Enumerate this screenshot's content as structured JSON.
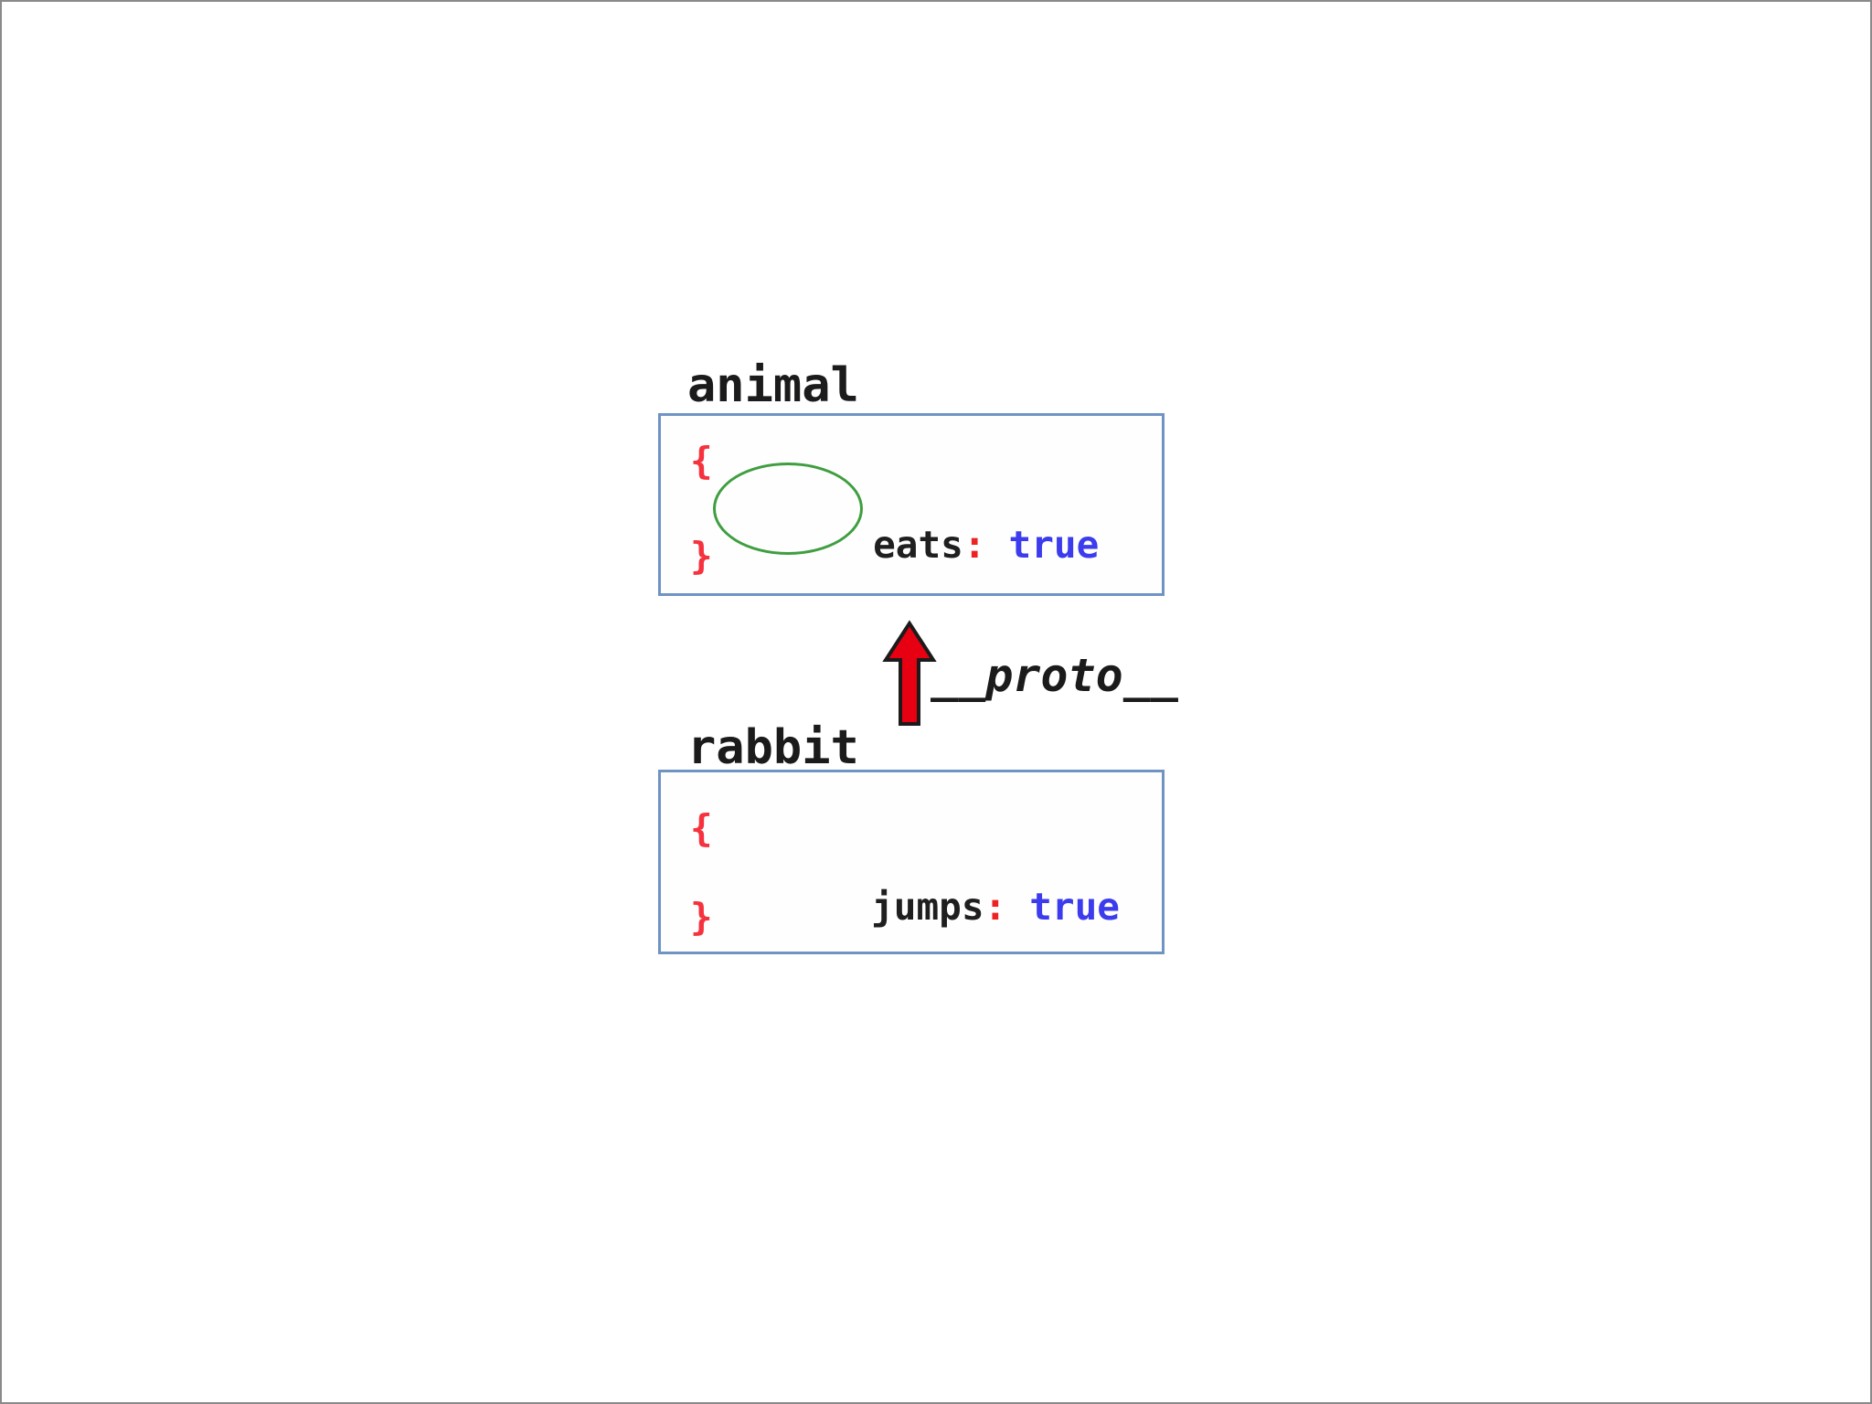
{
  "page": {
    "background_color": "#ffffff",
    "frame_border_color": "#8a8a8a"
  },
  "objects": [
    {
      "label": "animal",
      "open_brace": "{",
      "property": "eats",
      "colon": ":",
      "value": "true",
      "close_brace": "}",
      "property_circled": true
    },
    {
      "label": "rabbit",
      "open_brace": "{",
      "property": "jumps",
      "colon": ":",
      "value": "true",
      "close_brace": "}",
      "property_circled": false
    }
  ],
  "relation": {
    "label": "__proto__",
    "arrow_direction": "up"
  },
  "colors": {
    "box_border_blue": "#6f94c4",
    "brace_red": "#f5323e",
    "property_text": "#1f1f1f",
    "colon_red": "#ee2222",
    "value_blue": "#3c3cee",
    "highlight_ellipse_green": "#3f9e3f",
    "arrow_fill_red": "#e60012",
    "arrow_outline": "#1b1b1b",
    "label_text": "#1b1b1b"
  }
}
